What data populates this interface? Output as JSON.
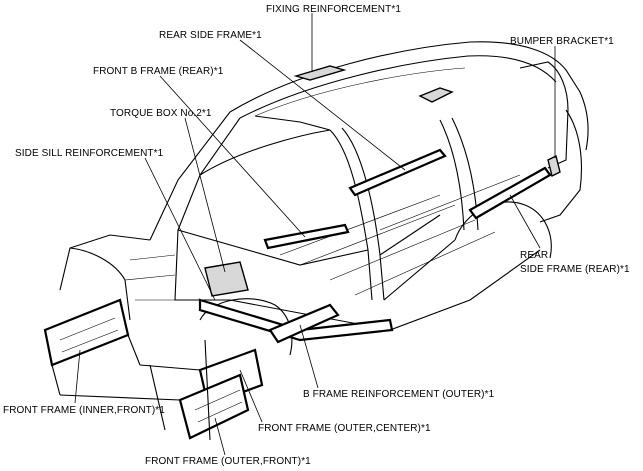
{
  "labels": {
    "fixing_reinforcement": "FIXING REINFORCEMENT*1",
    "rear_side_frame": "REAR SIDE FRAME*1",
    "bumper_bracket": "BUMPER BRACKET*1",
    "front_b_frame_rear": "FRONT B FRAME (REAR)*1",
    "torque_box_no2": "TORQUE BOX No.2*1",
    "side_sill_reinforcement": "SIDE SILL REINFORCEMENT*1",
    "rear_side_frame_rear_line1": "REAR",
    "rear_side_frame_rear_line2": "SIDE FRAME (REAR)*1",
    "b_frame_reinforcement_outer": "B FRAME REINFORCEMENT (OUTER)*1",
    "front_frame_inner_front": "FRONT FRAME (INNER,FRONT)*1",
    "front_frame_outer_center": "FRONT FRAME (OUTER,CENTER)*1",
    "front_frame_outer_front": "FRONT FRAME (OUTER,FRONT)*1"
  }
}
